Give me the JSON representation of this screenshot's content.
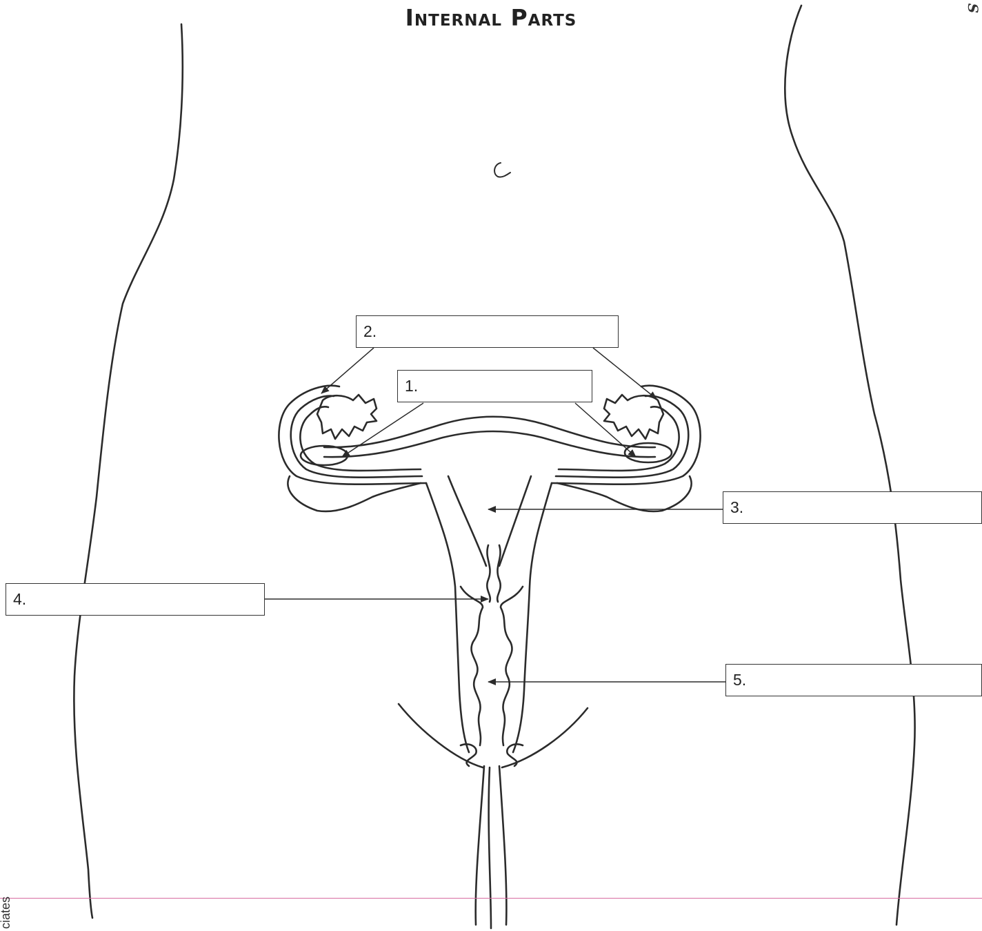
{
  "title": "Internal Parts",
  "labels": [
    {
      "id": "1",
      "text": "1."
    },
    {
      "id": "2",
      "text": "2."
    },
    {
      "id": "3",
      "text": "3."
    },
    {
      "id": "4",
      "text": "4."
    },
    {
      "id": "5",
      "text": "5."
    }
  ],
  "corner_mark": "S",
  "margin_text": "ciates",
  "colors": {
    "line": "#2b2b2b",
    "guide": "#d86aa0"
  }
}
